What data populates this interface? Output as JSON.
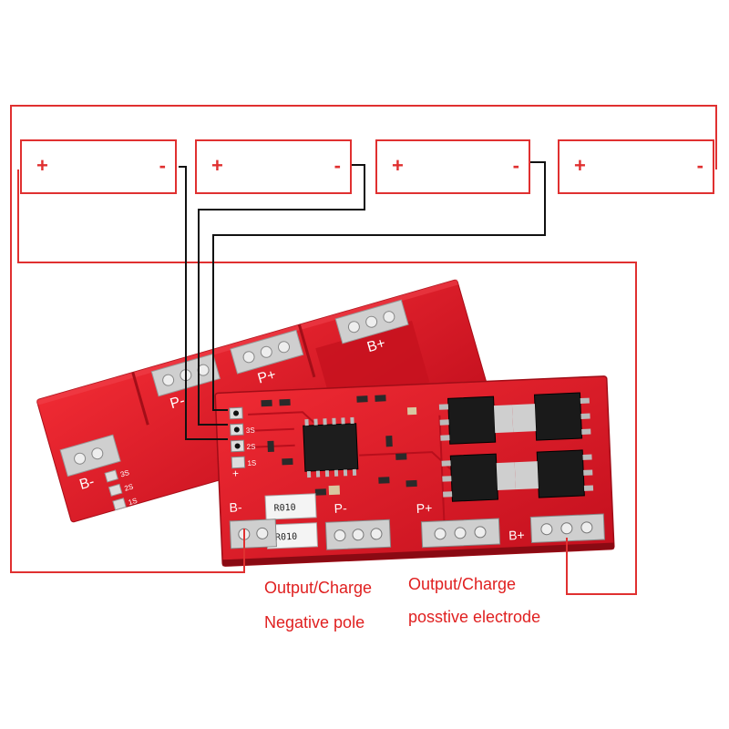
{
  "cells": [
    {
      "plus": "+",
      "minus": "-"
    },
    {
      "plus": "+",
      "minus": "-"
    },
    {
      "plus": "+",
      "minus": "-"
    },
    {
      "plus": "+",
      "minus": "-"
    }
  ],
  "back_board": {
    "labels": [
      "B-",
      "P-",
      "P+",
      "B+"
    ],
    "pins": [
      "3S",
      "2S",
      "1S"
    ]
  },
  "front_board": {
    "labels": [
      "B-",
      "P-",
      "P+",
      "B+"
    ],
    "pins": [
      "3S",
      "2S",
      "1S"
    ],
    "resistors": [
      "R010",
      "R010"
    ]
  },
  "captions": {
    "negative_line1": "Output/Charge",
    "negative_line2": "Negative pole",
    "positive_line1": "Output/Charge",
    "positive_line2": "posstive electrode"
  },
  "colors": {
    "wire_red": "#e03030",
    "wire_black": "#111111",
    "pcb": "#e0192a",
    "pad": "#c8c8c8",
    "caption": "#e02020"
  }
}
